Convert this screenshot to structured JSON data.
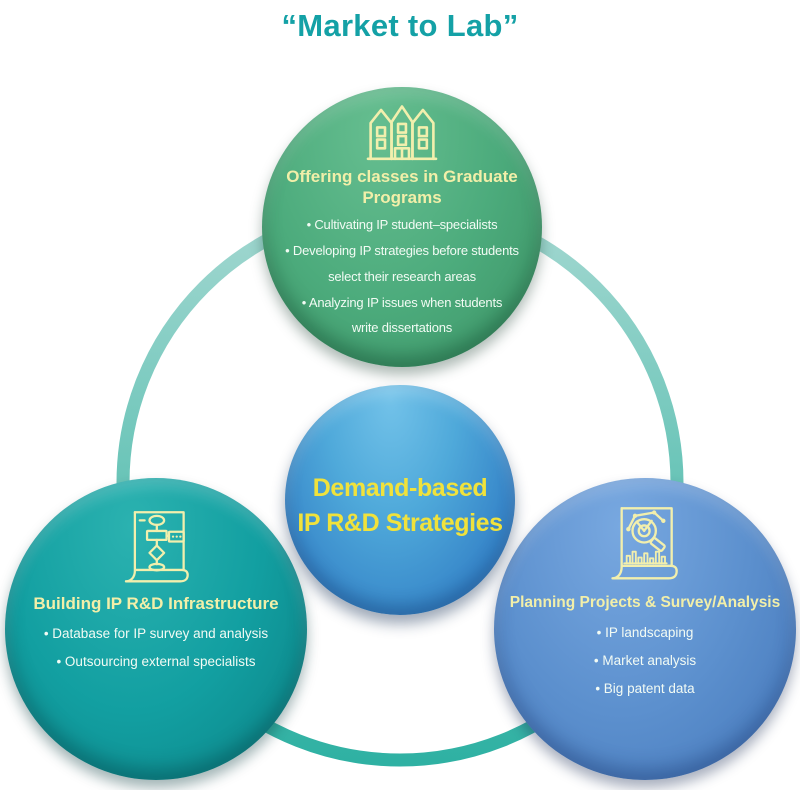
{
  "title": "“Market to Lab”",
  "colors": {
    "title_text": "#14A1A6",
    "ring_top": "#A4D8D1",
    "ring_mid": "#63C2B5",
    "ring_bottom": "#2FB1A3",
    "green_circle": "#4CAB7C",
    "teal_circle": "#129FA1",
    "blue_circle": "#5C90CE",
    "center_circle_top": "#4FA9DA",
    "center_circle_bottom": "#2E79C1",
    "heading_text": "#F2EFA9",
    "body_text": "#F2FBF4",
    "center_text": "#F0E23C",
    "icon_stroke": "#F2EFAD"
  },
  "center_circle": {
    "icon": "",
    "lines": [
      "Demand-based",
      "IP R&D Strategies"
    ]
  },
  "top_circle": {
    "icon": "university-buildings-icon",
    "heading_lines": [
      "Offering classes in Graduate",
      "Programs"
    ],
    "bullet_lines": [
      "• Cultivating IP student–specialists",
      "• Developing IP strategies before students",
      "select their research areas",
      "• Analyzing IP issues when students",
      "write dissertations"
    ]
  },
  "left_circle": {
    "icon": "flowchart-scroll-icon",
    "heading_lines": [
      "Building IP R&D Infrastructure"
    ],
    "bullet_lines": [
      "• Database for IP survey and analysis",
      "• Outsourcing external specialists"
    ]
  },
  "right_circle": {
    "icon": "analytics-magnifier-scroll-icon",
    "heading_lines": [
      "Planning Projects & Survey/Analysis"
    ],
    "bullet_lines": [
      "• IP landscaping",
      "• Market analysis",
      "• Big patent data"
    ]
  }
}
